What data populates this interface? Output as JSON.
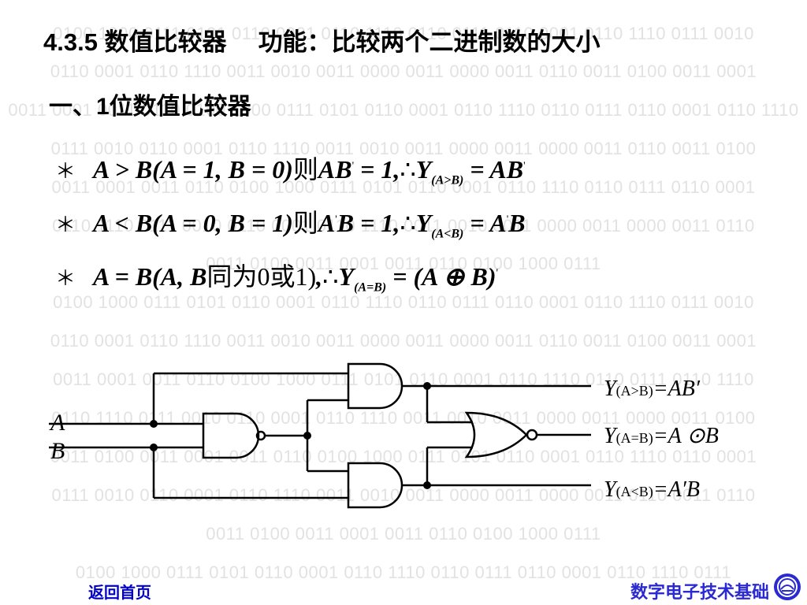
{
  "background_lines": [
    "0100 1000 0111 0101 0110 0001 0110 1110 0110 0111 0110 0001 0110 1110 0111 0010",
    "0110 0001 0110 1110 0011 0010 0011 0000 0011 0000 0011 0110 0011 0100 0011 0001",
    "0011 0001 0011 0110 0100 1000 0111 0101 0110 0001 0110 1110 0110 0111 0110 0001 0110 1110",
    "0111 0010 0110 0001 0110 1110 0011 0010 0011 0000 0011 0000 0011 0110 0011 0100",
    "0011 0001 0011 0110 0100 1000 0111 0101 0110 0001 0110 1110 0110 0111 0110 0001",
    "0110 1110 0111 0010 0110 0001 0110 1110 0011 0010 0011 0000 0011 0000 0011 0110",
    "0011 0100 0011 0001 0011 0110 0100 1000 0111",
    "0100 1000 0111 0101 0110 0001 0110 1110 0110 0111 0110 0001 0110 1110 0111 0010",
    "0110 0001 0110 1110 0011 0010 0011 0000 0011 0000 0011 0110 0011 0100 0011 0001",
    "0011 0001 0011 0110 0100 1000 0111 0101 0110 0001 0110 1110 0110 0111 0110 1110",
    "0110 1110 0111 0010 0110 0001 0110 1110 0011 0010 0011 0000 0011 0000 0011 0100",
    "0011 0100 0011 0001 0011 0110 0100 1000 0111 0101 0110 0001 0110 1110 0110 0001",
    "0111 0010 0110 0001 0110 1110 0011 0010 0011 0000 0011 0000 0011 0110 0011 0110",
    "0011 0100 0011 0001 0011 0110 0100 1000 0111",
    "0100 1000 0111 0101 0110 0001 0110 1110 0110 0111 0110 0001 0110 1110 0111"
  ],
  "header": {
    "section": "4.3.5 数值比较器",
    "function": "功能：比较两个二进制数的大小"
  },
  "subsection": "一、1位数值比较器",
  "formulas": {
    "bullet": "＊",
    "cond_then": "则",
    "therefore": "∴",
    "f1": {
      "lhs": "A > B",
      "cond": "(A = 1, B = 0)",
      "expr": "AB",
      "prime": "'",
      "eq1": " = 1,",
      "out_sub": "(A>B)",
      "res": " = AB",
      "res_prime": "'"
    },
    "f2": {
      "lhs": "A < B",
      "cond": "(A = 0, B = 1)",
      "expr_a": "A",
      "prime": "'",
      "expr_b": "B",
      "eq1": " = 1,",
      "out_sub": "(A<B)",
      "res_a": " = A",
      "res_prime": "'",
      "res_b": "B"
    },
    "f3": {
      "lhs": "A = B",
      "cond_open": "(A, B",
      "cond_text": "同为0或1)",
      "comma": ",",
      "out_sub": "(A=B)",
      "res": " = (A ⊕ B)",
      "res_prime": "'"
    }
  },
  "circuit": {
    "input_a": "A",
    "input_b": "B",
    "out_gt": {
      "y": "Y",
      "sub": "(A>B)",
      "eq": "=AB′"
    },
    "out_eq": {
      "y": "Y",
      "sub": "(A=B)",
      "eq": "=A ⊙B"
    },
    "out_lt": {
      "y": "Y",
      "sub": "(A<B)",
      "eq": "=A′B"
    }
  },
  "footer": {
    "back_home": "返回首页",
    "brand": "数字电子技术基础"
  },
  "colors": {
    "link": "#0000cc",
    "brand": "#2a2ad0",
    "watermark": "#e2e2e2"
  }
}
